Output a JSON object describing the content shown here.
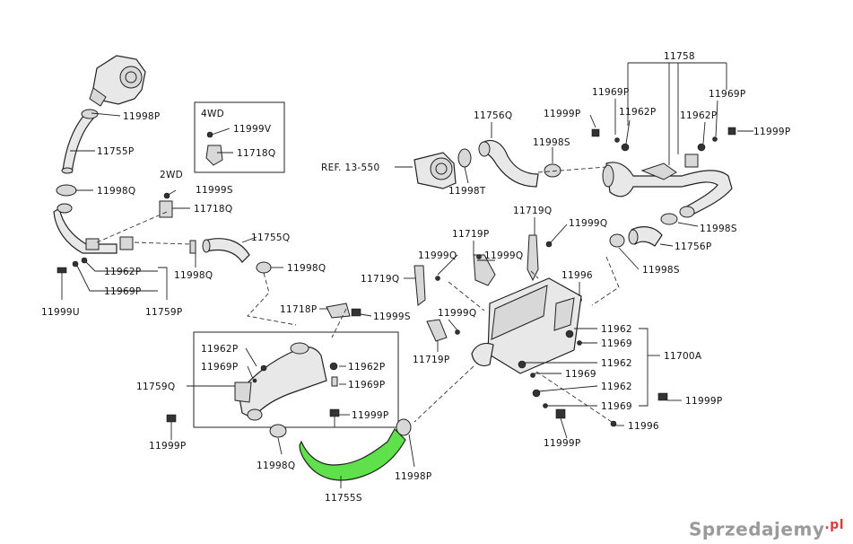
{
  "labels": {
    "p11998p_top": "11998P",
    "p11755p": "11755P",
    "p11998q_left": "11998Q",
    "wd2": "2WD",
    "p11999s_2wd": "11999S",
    "p11718q_2wd": "11718Q",
    "wd4": "4WD",
    "p11999v": "11999V",
    "p11718q_4wd": "11718Q",
    "p11962p_left": "11962P",
    "p11969p_left": "11969P",
    "p11999u": "11999U",
    "p11759p": "11759P",
    "p11998q_mid": "11998Q",
    "p11755q": "11755Q",
    "p11998q_clamp": "11998Q",
    "ref": "REF. 13-550",
    "p11756q": "11756Q",
    "p11998t": "11998T",
    "p11998s_top": "11998S",
    "p11758": "11758",
    "p11969p_tl": "11969P",
    "p11962p_tl": "11962P",
    "p11999p_tl": "11999P",
    "p11969p_tr": "11969P",
    "p11962p_tr": "11962P",
    "p11999p_tr": "11999P",
    "p11998s_right": "11998S",
    "p11756p": "11756P",
    "p11998s_lower": "11998S",
    "p11719q_top": "11719Q",
    "p11999q_top": "11999Q",
    "p11719p_top": "11719P",
    "p11999q_a": "11999Q",
    "p11999q_b": "11999Q",
    "p11719q_left": "11719Q",
    "p11996_top": "11996",
    "p11718p": "11718P",
    "p11999s_mid": "11999S",
    "p11999q_c": "11999Q",
    "p11719p_bot": "11719P",
    "p11962_a": "11962",
    "p11969_a": "11969",
    "p11700a": "11700A",
    "p11962_b": "11962",
    "p11969_b": "11969",
    "p11962_c": "11962",
    "p11969_c": "11969",
    "p11999p_right": "11999P",
    "p11996_bot": "11996",
    "p11999p_bot": "11999P",
    "p11962p_box": "11962P",
    "p11969p_box": "11969P",
    "p11759q": "11759Q",
    "p11962p_box2": "11962P",
    "p11969p_box2": "11969P",
    "p11999p_box": "11999P",
    "p11999p_left": "11999P",
    "p11998q_bot": "11998Q",
    "p11755s": "11755S",
    "p11998p_bot": "11998P"
  },
  "watermark": {
    "text": "Sprzedajemy",
    "suffix": ".pl"
  },
  "colors": {
    "highlight_hose": "#5ee14a",
    "line": "#222222"
  }
}
